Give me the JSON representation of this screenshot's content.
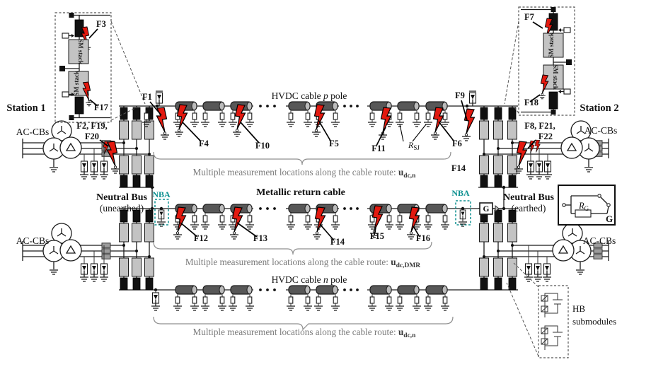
{
  "stations": {
    "s1": "Station 1",
    "s2": "Station 2"
  },
  "labels": {
    "ac_cbs": "AC-CBs",
    "nba": "NBA",
    "g": "G",
    "rg_r": "R",
    "rg_sub": "G",
    "rg_g": "G",
    "rsj_r": "R",
    "rsj_sub": "SJ",
    "sm_stack": "SM stack",
    "hb1": "HB",
    "hb2": "submodules",
    "neutral_left1": "Neutral Bus",
    "neutral_left2": "(unearthed)",
    "neutral_right1": "Neutral Bus",
    "neutral_right2": "(earthed)"
  },
  "titles": {
    "p_pre": "HVDC cable ",
    "p_em": "p",
    "p_post": " pole",
    "dmr": "Metallic return cable",
    "n_pre": "HVDC cable ",
    "n_em": "n",
    "n_post": " pole"
  },
  "notes": {
    "prefix": "Multiple measurement locations along the cable route: ",
    "sig": "u",
    "sub_p": "dc,n",
    "sub_dmr": "dc,DMR",
    "sub_n": "dc,n"
  },
  "faults": {
    "f1": "F1",
    "f2g1": "F2, F19,",
    "f2g2": "F20",
    "f3": "F3",
    "f4": "F4",
    "f5": "F5",
    "f6": "F6",
    "f7": "F7",
    "f8g1": "F8, F21,",
    "f8g2": "F22",
    "f9": "F9",
    "f10": "F10",
    "f11": "F11",
    "f12": "F12",
    "f13": "F13",
    "f14": "F14",
    "f14b": "F14",
    "f15": "F15",
    "f16": "F16",
    "f17": "F17",
    "f18": "F18"
  },
  "colors": {
    "fault_red": "#e2190f",
    "cable_gray": "#575757",
    "stack_gray": "#c3c3c3",
    "nba_teal": "#0f9191",
    "note_gray": "#7b7b7b"
  }
}
